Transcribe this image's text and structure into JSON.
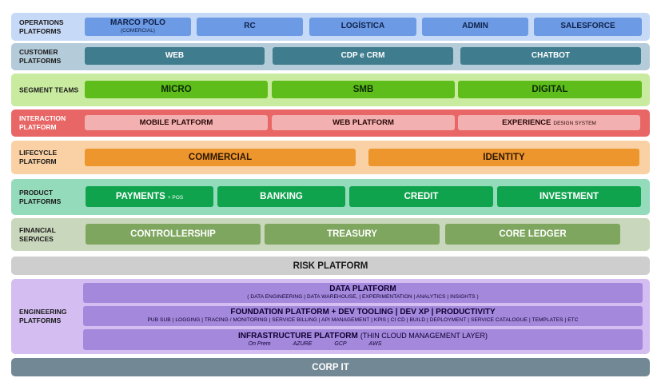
{
  "layers": {
    "operations": {
      "label": "OPERATIONS PLATFORMS",
      "items": [
        {
          "label": "MARCO POLO",
          "sub": "(COMERCIAL)"
        },
        {
          "label": "RC"
        },
        {
          "label": "LOGÍSTICA"
        },
        {
          "label": "ADMIN"
        },
        {
          "label": "SALESFORCE"
        }
      ]
    },
    "customer": {
      "label": "CUSTOMER PLATFORMS",
      "items": [
        {
          "label": "WEB"
        },
        {
          "label": "CDP e CRM"
        },
        {
          "label": "CHATBOT"
        }
      ]
    },
    "segment": {
      "label": "SEGMENT TEAMS",
      "items": [
        {
          "label": "MICRO"
        },
        {
          "label": "SMB"
        },
        {
          "label": "DIGITAL"
        }
      ]
    },
    "interaction": {
      "label": "INTERACTION PLATFORM",
      "items": [
        {
          "label": "MOBILE PLATFORM"
        },
        {
          "label": "WEB PLATFORM"
        },
        {
          "label": "EXPERIENCE",
          "sub": "DESIGN SYSTEM"
        }
      ]
    },
    "lifecycle": {
      "label": "LIFECYCLE PLATFORM",
      "items": [
        {
          "label": "COMMERCIAL"
        },
        {
          "label": "IDENTITY"
        }
      ]
    },
    "product": {
      "label": "PRODUCT PLATFORMS",
      "items": [
        {
          "label": "PAYMENTS",
          "sub": "+ POS"
        },
        {
          "label": "BANKING"
        },
        {
          "label": "CREDIT"
        },
        {
          "label": "INVESTMENT"
        }
      ]
    },
    "financial": {
      "label": "FINANCIAL SERVICES",
      "items": [
        {
          "label": "CONTROLLERSHIP"
        },
        {
          "label": "TREASURY"
        },
        {
          "label": "CORE LEDGER"
        }
      ]
    },
    "risk": {
      "label": "RISK PLATFORM"
    },
    "engineering": {
      "label": "ENGINEERING PLATFORMS",
      "data": {
        "title": "DATA PLATFORM",
        "detail": "( DATA ENGINEERING | DATA WAREHOUSE, | EXPERIMENTATION | ANALYTICS | INSIGHTS )"
      },
      "foundation": {
        "title": "FOUNDATION PLATFORM + DEV TOOLING |  DEV XP | PRODUCTIVITY",
        "detail": "PUB SUB | LOGGING | TRACING / MONITORING | SERVICE BILLING | API MANAGEMENT | KPIS | CI CD | BUILD | DEPLOYMENT | SERVICE CATALOGUE | TEMPLATES | ETC"
      },
      "infrastructure": {
        "title": "INFRASTRUCTURE PLATFORM",
        "thin": "(THIN CLOUD MANAGEMENT LAYER)",
        "envs": [
          "On Prem",
          "AZURE",
          "GCP",
          "AWS"
        ]
      }
    },
    "corp": {
      "label": "CORP IT"
    }
  }
}
